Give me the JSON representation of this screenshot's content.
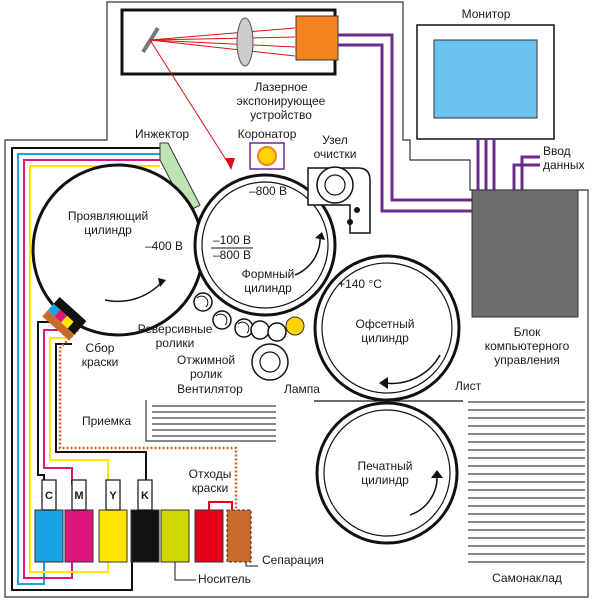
{
  "labels": {
    "monitor": "Монитор",
    "laser_line1": "Лазерное",
    "laser_line2": "экспонирующее",
    "laser_line3": "устройство",
    "injector": "Инжектор",
    "corotron": "Коронатор",
    "cleaning_line1": "Узел",
    "cleaning_line2": "очистки",
    "data_input_line1": "Ввод",
    "data_input_line2": "данных",
    "developer_line1": "Проявляющий",
    "developer_line2": "цилиндр",
    "developer_voltage": "–400 В",
    "form_top_voltage": "–800 В",
    "form_frac_top": "–100 В",
    "form_frac_bottom": "–800 В",
    "form_line1": "Формный",
    "form_line2": "цилиндр",
    "offset_temp": "+140 °С",
    "offset_line1": "Офсетный",
    "offset_line2": "цилиндр",
    "control_line1": "Блок",
    "control_line2": "компьютерного",
    "control_line3": "управления",
    "ink_collector_line1": "Сбор",
    "ink_collector_line2": "краски",
    "reverse_line1": "Реверсивные",
    "reverse_line2": "ролики",
    "squeeze_line1": "Отжимной",
    "squeeze_line2": "ролик",
    "fan": "Вентилятор",
    "lamp": "Лампа",
    "sheet": "Лист",
    "delivery": "Приемка",
    "impression_line1": "Печатный",
    "impression_line2": "цилиндр",
    "waste_line1": "Отходы",
    "waste_line2": "краски",
    "separation": "Сепарация",
    "carrier": "Носитель",
    "autofeed": "Самонаклад"
  },
  "inks": [
    "C",
    "M",
    "Y",
    "K"
  ],
  "colors": {
    "cyan": "#1aa3e0",
    "magenta": "#e0157a",
    "yellow": "#ffe600",
    "black": "#111111",
    "carrier": "#cfd600",
    "waste_red": "#e3001b",
    "separation_brown": "#c86a2a",
    "laser_red": "#e01010",
    "processor_orange": "#f58220",
    "monitor_screen": "#6cc3ef",
    "cable_purple": "#6a2c8f",
    "control_gray": "#6d6e70",
    "injector_green": "#bfe3b4",
    "lamp_yellow": "#ffd400"
  }
}
